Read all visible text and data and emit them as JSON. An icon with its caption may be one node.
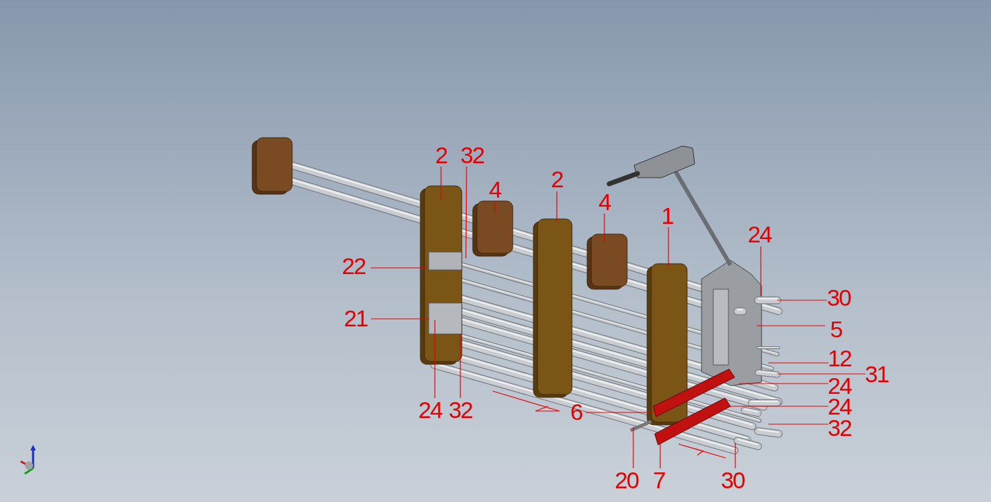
{
  "diagram": {
    "nodes": [
      {
        "text": [
          "2"
        ]
      },
      {
        "text": [
          "32"
        ]
      },
      {
        "text": [
          "2"
        ]
      },
      {
        "text": [
          "4"
        ]
      },
      {
        "text": [
          "4"
        ]
      },
      {
        "text": [
          "1"
        ]
      },
      {
        "text": [
          "24"
        ]
      },
      {
        "text": [
          "22"
        ]
      },
      {
        "text": [
          "30"
        ]
      },
      {
        "text": [
          "21"
        ]
      },
      {
        "text": [
          "5"
        ]
      },
      {
        "text": [
          "12"
        ]
      },
      {
        "text": [
          "31"
        ]
      },
      {
        "text": [
          "24"
        ]
      },
      {
        "text": [
          "24"
        ]
      },
      {
        "text": [
          "24"
        ]
      },
      {
        "text": [
          "32"
        ]
      },
      {
        "text": [
          "6"
        ]
      },
      {
        "text": [
          "32"
        ]
      },
      {
        "text": [
          "20"
        ]
      },
      {
        "text": [
          "7"
        ]
      },
      {
        "text": [
          "30"
        ]
      }
    ],
    "edges": [
      {
        "from": 0,
        "to": null,
        "arrow": "none"
      },
      {
        "from": 1,
        "to": null,
        "arrow": "none"
      },
      {
        "from": 2,
        "to": null,
        "arrow": "none"
      },
      {
        "from": 3,
        "to": null,
        "arrow": "none"
      },
      {
        "from": 4,
        "to": null,
        "arrow": "none"
      },
      {
        "from": 5,
        "to": null,
        "arrow": "none"
      },
      {
        "from": 6,
        "to": null,
        "arrow": "none"
      },
      {
        "from": 7,
        "to": null,
        "arrow": "none"
      },
      {
        "from": 8,
        "to": null,
        "arrow": "none"
      },
      {
        "from": 9,
        "to": null,
        "arrow": "none"
      },
      {
        "from": 10,
        "to": null,
        "arrow": "none"
      },
      {
        "from": 11,
        "to": null,
        "arrow": "none"
      },
      {
        "from": 12,
        "to": null,
        "arrow": "none"
      },
      {
        "from": 13,
        "to": null,
        "arrow": "none"
      },
      {
        "from": 14,
        "to": null,
        "arrow": "none"
      },
      {
        "from": 15,
        "to": null,
        "arrow": "none"
      },
      {
        "from": 16,
        "to": null,
        "arrow": "none"
      },
      {
        "from": 17,
        "to": null,
        "arrow": "none"
      },
      {
        "from": 18,
        "to": null,
        "arrow": "none"
      },
      {
        "from": 19,
        "to": null,
        "arrow": "none"
      },
      {
        "from": 20,
        "to": null,
        "arrow": "none"
      },
      {
        "from": 21,
        "to": null,
        "arrow": "none"
      }
    ]
  }
}
